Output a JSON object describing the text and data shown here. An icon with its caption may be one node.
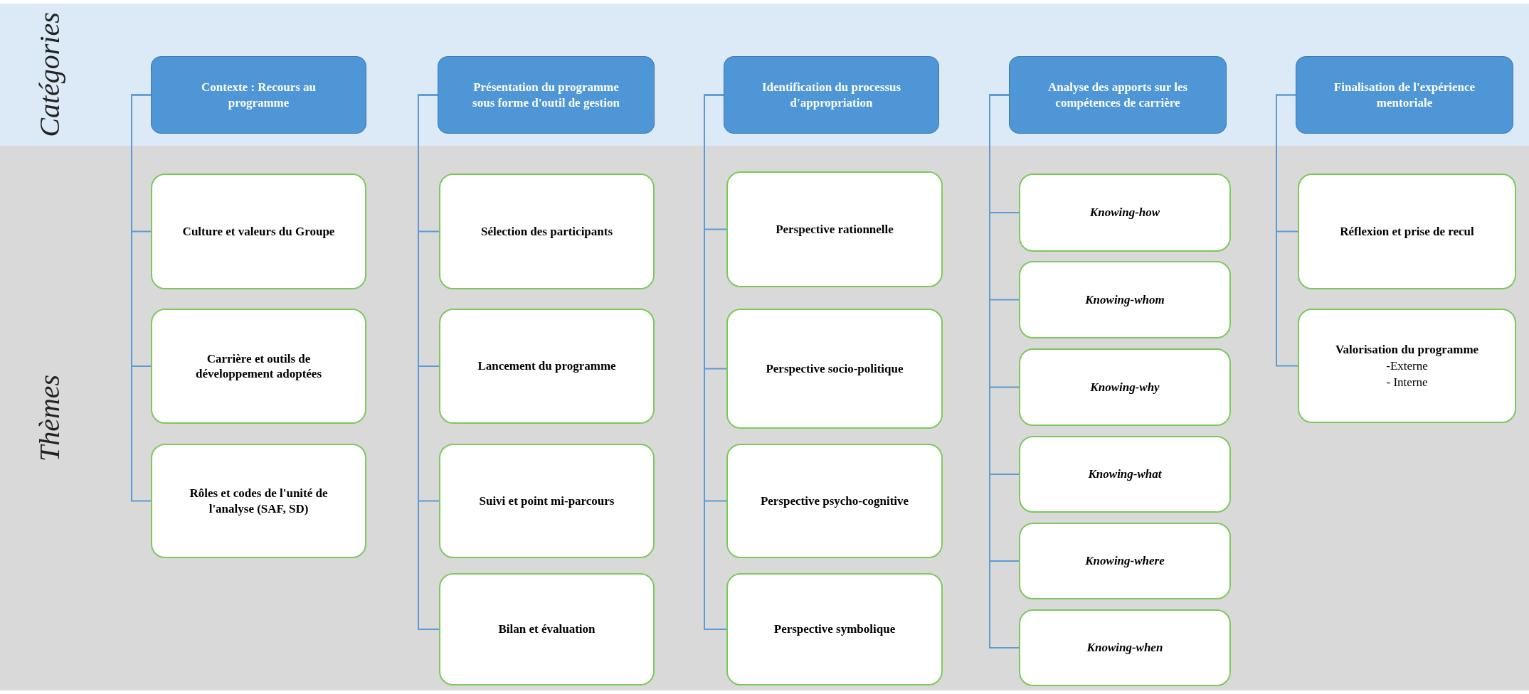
{
  "diagram": {
    "nodes": [
      {
        "text": [
          "Catégories"
        ]
      },
      {
        "text": [
          "Thèmes"
        ]
      },
      {
        "text": [
          "Contexte : Recours au programme"
        ],
        "in": 0
      },
      {
        "text": [
          "Présentation du programme sous forme d'outil de gestion"
        ],
        "in": 0
      },
      {
        "text": [
          "Identification du processus d'appropriation"
        ],
        "in": 0
      },
      {
        "text": [
          "Analyse des apports sur les compétences de carrière"
        ],
        "in": 0
      },
      {
        "text": [
          "Finalisation de l'expérience mentoriale"
        ],
        "in": 0
      },
      {
        "text": [
          "Culture et valeurs du Groupe"
        ],
        "in": 1
      },
      {
        "text": [
          "Carrière et outils de développement adoptées"
        ],
        "in": 1
      },
      {
        "text": [
          "Rôles et codes de l'unité de l'analyse (SAF, SD)"
        ],
        "in": 1
      },
      {
        "text": [
          "Sélection des participants"
        ],
        "in": 1
      },
      {
        "text": [
          "Lancement du programme"
        ],
        "in": 1
      },
      {
        "text": [
          "Suivi et point mi-parcours"
        ],
        "in": 1
      },
      {
        "text": [
          "Bilan et évaluation"
        ],
        "in": 1
      },
      {
        "text": [
          "Perspective rationnelle"
        ],
        "in": 1
      },
      {
        "text": [
          "Perspective socio-politique"
        ],
        "in": 1
      },
      {
        "text": [
          "Perspective psycho-cognitive"
        ],
        "in": 1
      },
      {
        "text": [
          "Perspective symbolique"
        ],
        "in": 1
      },
      {
        "text": [
          "Knowing-how"
        ],
        "in": 1
      },
      {
        "text": [
          "Knowing-whom"
        ],
        "in": 1
      },
      {
        "text": [
          "Knowing-why"
        ],
        "in": 1
      },
      {
        "text": [
          "Knowing-what"
        ],
        "in": 1
      },
      {
        "text": [
          "Knowing-where"
        ],
        "in": 1
      },
      {
        "text": [
          "Knowing-when"
        ],
        "in": 1
      },
      {
        "text": [
          "Réflexion et prise de recul"
        ],
        "in": 1
      },
      {
        "text": [
          "Valorisation du programme",
          "-Externe",
          "- Interne"
        ],
        "in": 1
      }
    ],
    "edges": [
      {
        "from": 2,
        "to": 7,
        "arrow": "none"
      },
      {
        "from": 2,
        "to": 8,
        "arrow": "none"
      },
      {
        "from": 2,
        "to": 9,
        "arrow": "none"
      },
      {
        "from": 3,
        "to": 10,
        "arrow": "none"
      },
      {
        "from": 3,
        "to": 11,
        "arrow": "none"
      },
      {
        "from": 3,
        "to": 12,
        "arrow": "none"
      },
      {
        "from": 3,
        "to": 13,
        "arrow": "none"
      },
      {
        "from": 4,
        "to": 14,
        "arrow": "none"
      },
      {
        "from": 4,
        "to": 15,
        "arrow": "none"
      },
      {
        "from": 4,
        "to": 16,
        "arrow": "none"
      },
      {
        "from": 4,
        "to": 17,
        "arrow": "none"
      },
      {
        "from": 5,
        "to": 18,
        "arrow": "none"
      },
      {
        "from": 5,
        "to": 19,
        "arrow": "none"
      },
      {
        "from": 5,
        "to": 20,
        "arrow": "none"
      },
      {
        "from": 5,
        "to": 21,
        "arrow": "none"
      },
      {
        "from": 5,
        "to": 22,
        "arrow": "none"
      },
      {
        "from": 5,
        "to": 23,
        "arrow": "none"
      },
      {
        "from": 6,
        "to": 24,
        "arrow": "none"
      },
      {
        "from": 6,
        "to": 25,
        "arrow": "none"
      }
    ]
  }
}
